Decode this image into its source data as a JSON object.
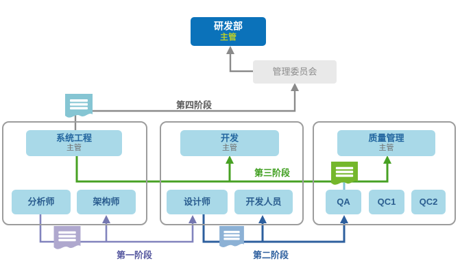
{
  "diagram": {
    "root": {
      "title": "研发部",
      "subtitle": "主管"
    },
    "committee": {
      "title": "管理委员会"
    },
    "departments": [
      {
        "title": "系统工程",
        "subtitle": "主管"
      },
      {
        "title": "开发",
        "subtitle": "主管"
      },
      {
        "title": "质量管理",
        "subtitle": "主管"
      }
    ],
    "roles": [
      "分析师",
      "架构师",
      "设计师",
      "开发人员",
      "QA",
      "QC1",
      "QC2"
    ],
    "phases": {
      "phase1": {
        "label": "第一阶段",
        "color": "#56589f"
      },
      "phase2": {
        "label": "第二阶段",
        "color": "#2d5f9e"
      },
      "phase3": {
        "label": "第三阶段",
        "color": "#3f9e1f"
      },
      "phase4": {
        "label": "第四阶段",
        "color": "#595959"
      }
    },
    "icon_colors": {
      "phase4_doc": "#85c5d3",
      "phase3_doc": "#74b72b",
      "phase1_doc": "#afa8ce",
      "phase2_doc": "#8cb1d5"
    },
    "colors": {
      "root_box": "#0b72ba",
      "root_subtitle": "#b5cc2e",
      "committee_box": "#e9e9e9",
      "node_fill": "#a9d9e8",
      "node_text": "#2467a0",
      "group_border": "#9c9c9c",
      "wire_gray": "#8a8a8a",
      "wire_green": "#47a123",
      "wire_purple": "#8183bd",
      "wire_blue": "#2d5f9e"
    }
  }
}
